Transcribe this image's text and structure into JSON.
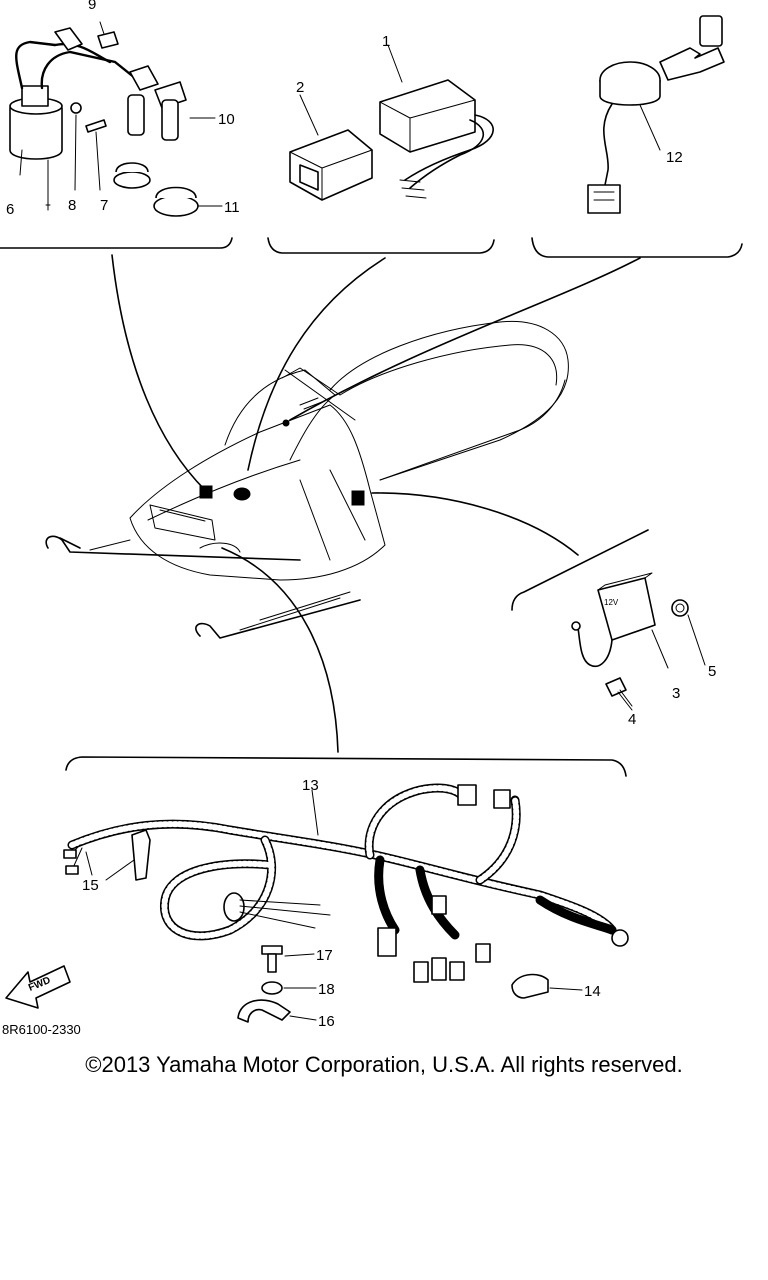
{
  "callouts": {
    "c1": "1",
    "c2": "2",
    "c3": "3",
    "c4": "4",
    "c5": "5",
    "c6": "6",
    "c7": "7",
    "c8": "8",
    "c9": "9",
    "c10": "10",
    "c11": "11",
    "c12": "12",
    "c13": "13",
    "c14": "14",
    "c15": "15",
    "c16": "16",
    "c17": "17",
    "c18": "18"
  },
  "direction_arrow": "FWD",
  "figure_code": "8R6100-2330",
  "regulator_marking": "12V",
  "copyright": "©2013 Yamaha Motor Corporation, U.S.A. All rights reserved."
}
